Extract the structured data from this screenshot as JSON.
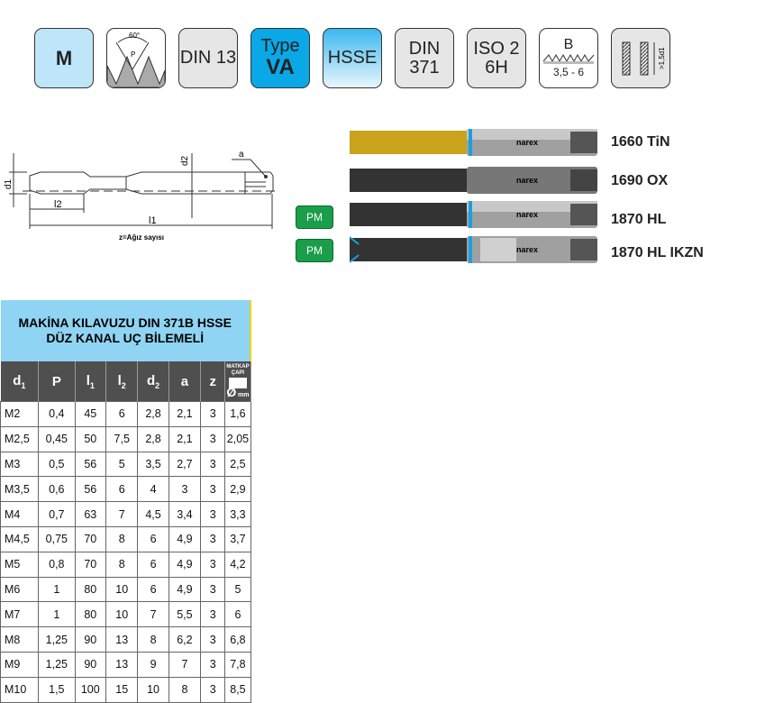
{
  "icons": [
    {
      "label": "M"
    },
    {
      "label": "60°",
      "sub": "P"
    },
    {
      "label": "DIN 13"
    },
    {
      "label": "Type",
      "bold": "VA"
    },
    {
      "label": "HSSE"
    },
    {
      "line1": "DIN",
      "line2": "371"
    },
    {
      "line1": "ISO 2",
      "line2": "6H"
    },
    {
      "label": "B",
      "range": "3,5 - 6"
    },
    {
      "label": ">1,5d1"
    }
  ],
  "drawing": {
    "d1": "d1",
    "d2": "d2",
    "a": "a",
    "l1": "l1",
    "l2": "l2",
    "caption": "z=Ağız sayısı"
  },
  "tools": [
    {
      "name": "1660 TiN",
      "brand": "narex",
      "badge": ""
    },
    {
      "name": "1690 OX",
      "brand": "narex",
      "badge": ""
    },
    {
      "name": "1870 HL",
      "brand": "narex",
      "badge": "PM"
    },
    {
      "name": "1870 HL IKZN",
      "brand": "narex",
      "badge": "PM"
    }
  ],
  "table": {
    "title_line1": "MAKİNA KILAVUZU DIN 371B HSSE",
    "title_line2": "DÜZ KANAL UÇ BİLEMELİ",
    "headers": [
      "d",
      "P",
      "l",
      "l",
      "d",
      "a",
      "z"
    ],
    "header_subs": [
      "1",
      "",
      "1",
      "2",
      "2",
      "",
      ""
    ],
    "drill_header_top": "MATKAP ÇAPI",
    "drill_header_unit": "mm",
    "drill_symbol": "Ø",
    "rows": [
      [
        "M2",
        "0,4",
        "45",
        "6",
        "2,8",
        "2,1",
        "3",
        "1,6"
      ],
      [
        "M2,5",
        "0,45",
        "50",
        "7,5",
        "2,8",
        "2,1",
        "3",
        "2,05"
      ],
      [
        "M3",
        "0,5",
        "56",
        "5",
        "3,5",
        "2,7",
        "3",
        "2,5"
      ],
      [
        "M3,5",
        "0,6",
        "56",
        "6",
        "4",
        "3",
        "3",
        "2,9"
      ],
      [
        "M4",
        "0,7",
        "63",
        "7",
        "4,5",
        "3,4",
        "3",
        "3,3"
      ],
      [
        "M4,5",
        "0,75",
        "70",
        "8",
        "6",
        "4,9",
        "3",
        "3,7"
      ],
      [
        "M5",
        "0,8",
        "70",
        "8",
        "6",
        "4,9",
        "3",
        "4,2"
      ],
      [
        "M6",
        "1",
        "80",
        "10",
        "6",
        "4,9",
        "3",
        "5"
      ],
      [
        "M7",
        "1",
        "80",
        "10",
        "7",
        "5,5",
        "3",
        "6"
      ],
      [
        "M8",
        "1,25",
        "90",
        "13",
        "8",
        "6,2",
        "3",
        "6,8"
      ],
      [
        "M9",
        "1,25",
        "90",
        "13",
        "9",
        "7",
        "3",
        "7,8"
      ],
      [
        "M10",
        "1,5",
        "100",
        "15",
        "10",
        "8",
        "3",
        "8,5"
      ]
    ]
  }
}
